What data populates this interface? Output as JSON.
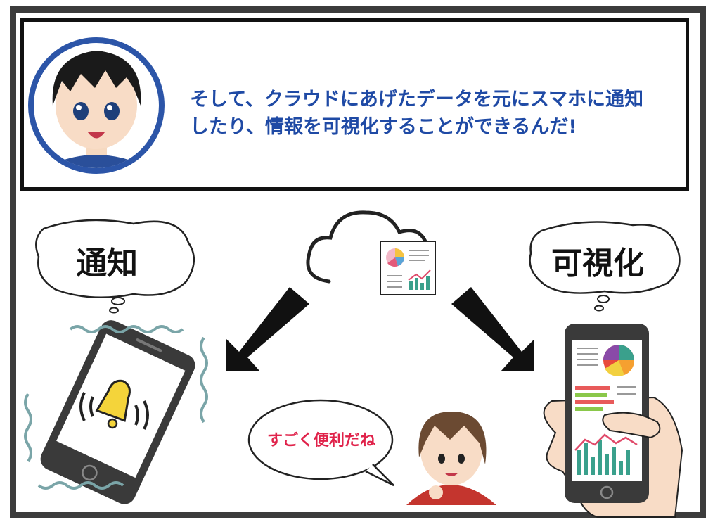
{
  "narration": {
    "line1": "そして、クラウドにあげたデータを元にスマホに通知",
    "line2": "したり、情報を可視化することができるんだ!"
  },
  "left_bubble": {
    "label": "通知"
  },
  "right_bubble": {
    "label": "可視化"
  },
  "girl_speech": {
    "text": "すごく便利だね"
  },
  "colors": {
    "frame": "#3c3c3c",
    "narration_text": "#1f4aa5",
    "avatar_ring": "#2c55a8",
    "speech_text": "#e0224a",
    "bell": "#f4d43a",
    "vibration": "#7aa5a8",
    "phone_body": "#3a3a3a"
  }
}
